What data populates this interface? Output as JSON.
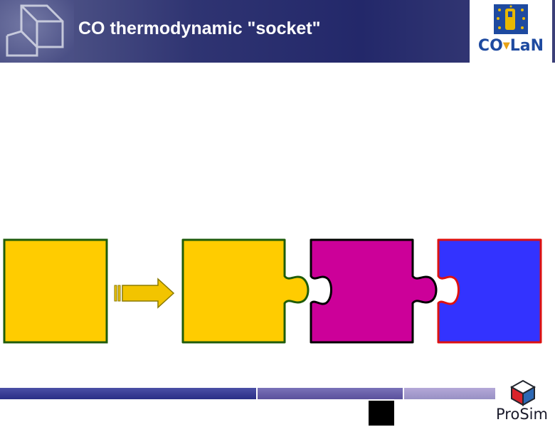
{
  "header": {
    "title": "CO thermodynamic \"socket\"",
    "logo_text_left": "CO",
    "logo_text_right": "La",
    "logo_text_end": "N",
    "logo_triangle": "▼"
  },
  "footer": {
    "brand": "ProSim"
  },
  "colors": {
    "header_bg": "#2f3472",
    "piece_yellow": "#ffcc00",
    "piece_magenta": "#cc0099",
    "piece_blue": "#3333ff",
    "outline_green": "#1f5c0a",
    "outline_red": "#dd1111",
    "arrow_yellow": "#f2c400"
  },
  "icons": [
    "cube-icon",
    "colan-logo",
    "prosim-cube-icon",
    "arrow-right-icon"
  ]
}
